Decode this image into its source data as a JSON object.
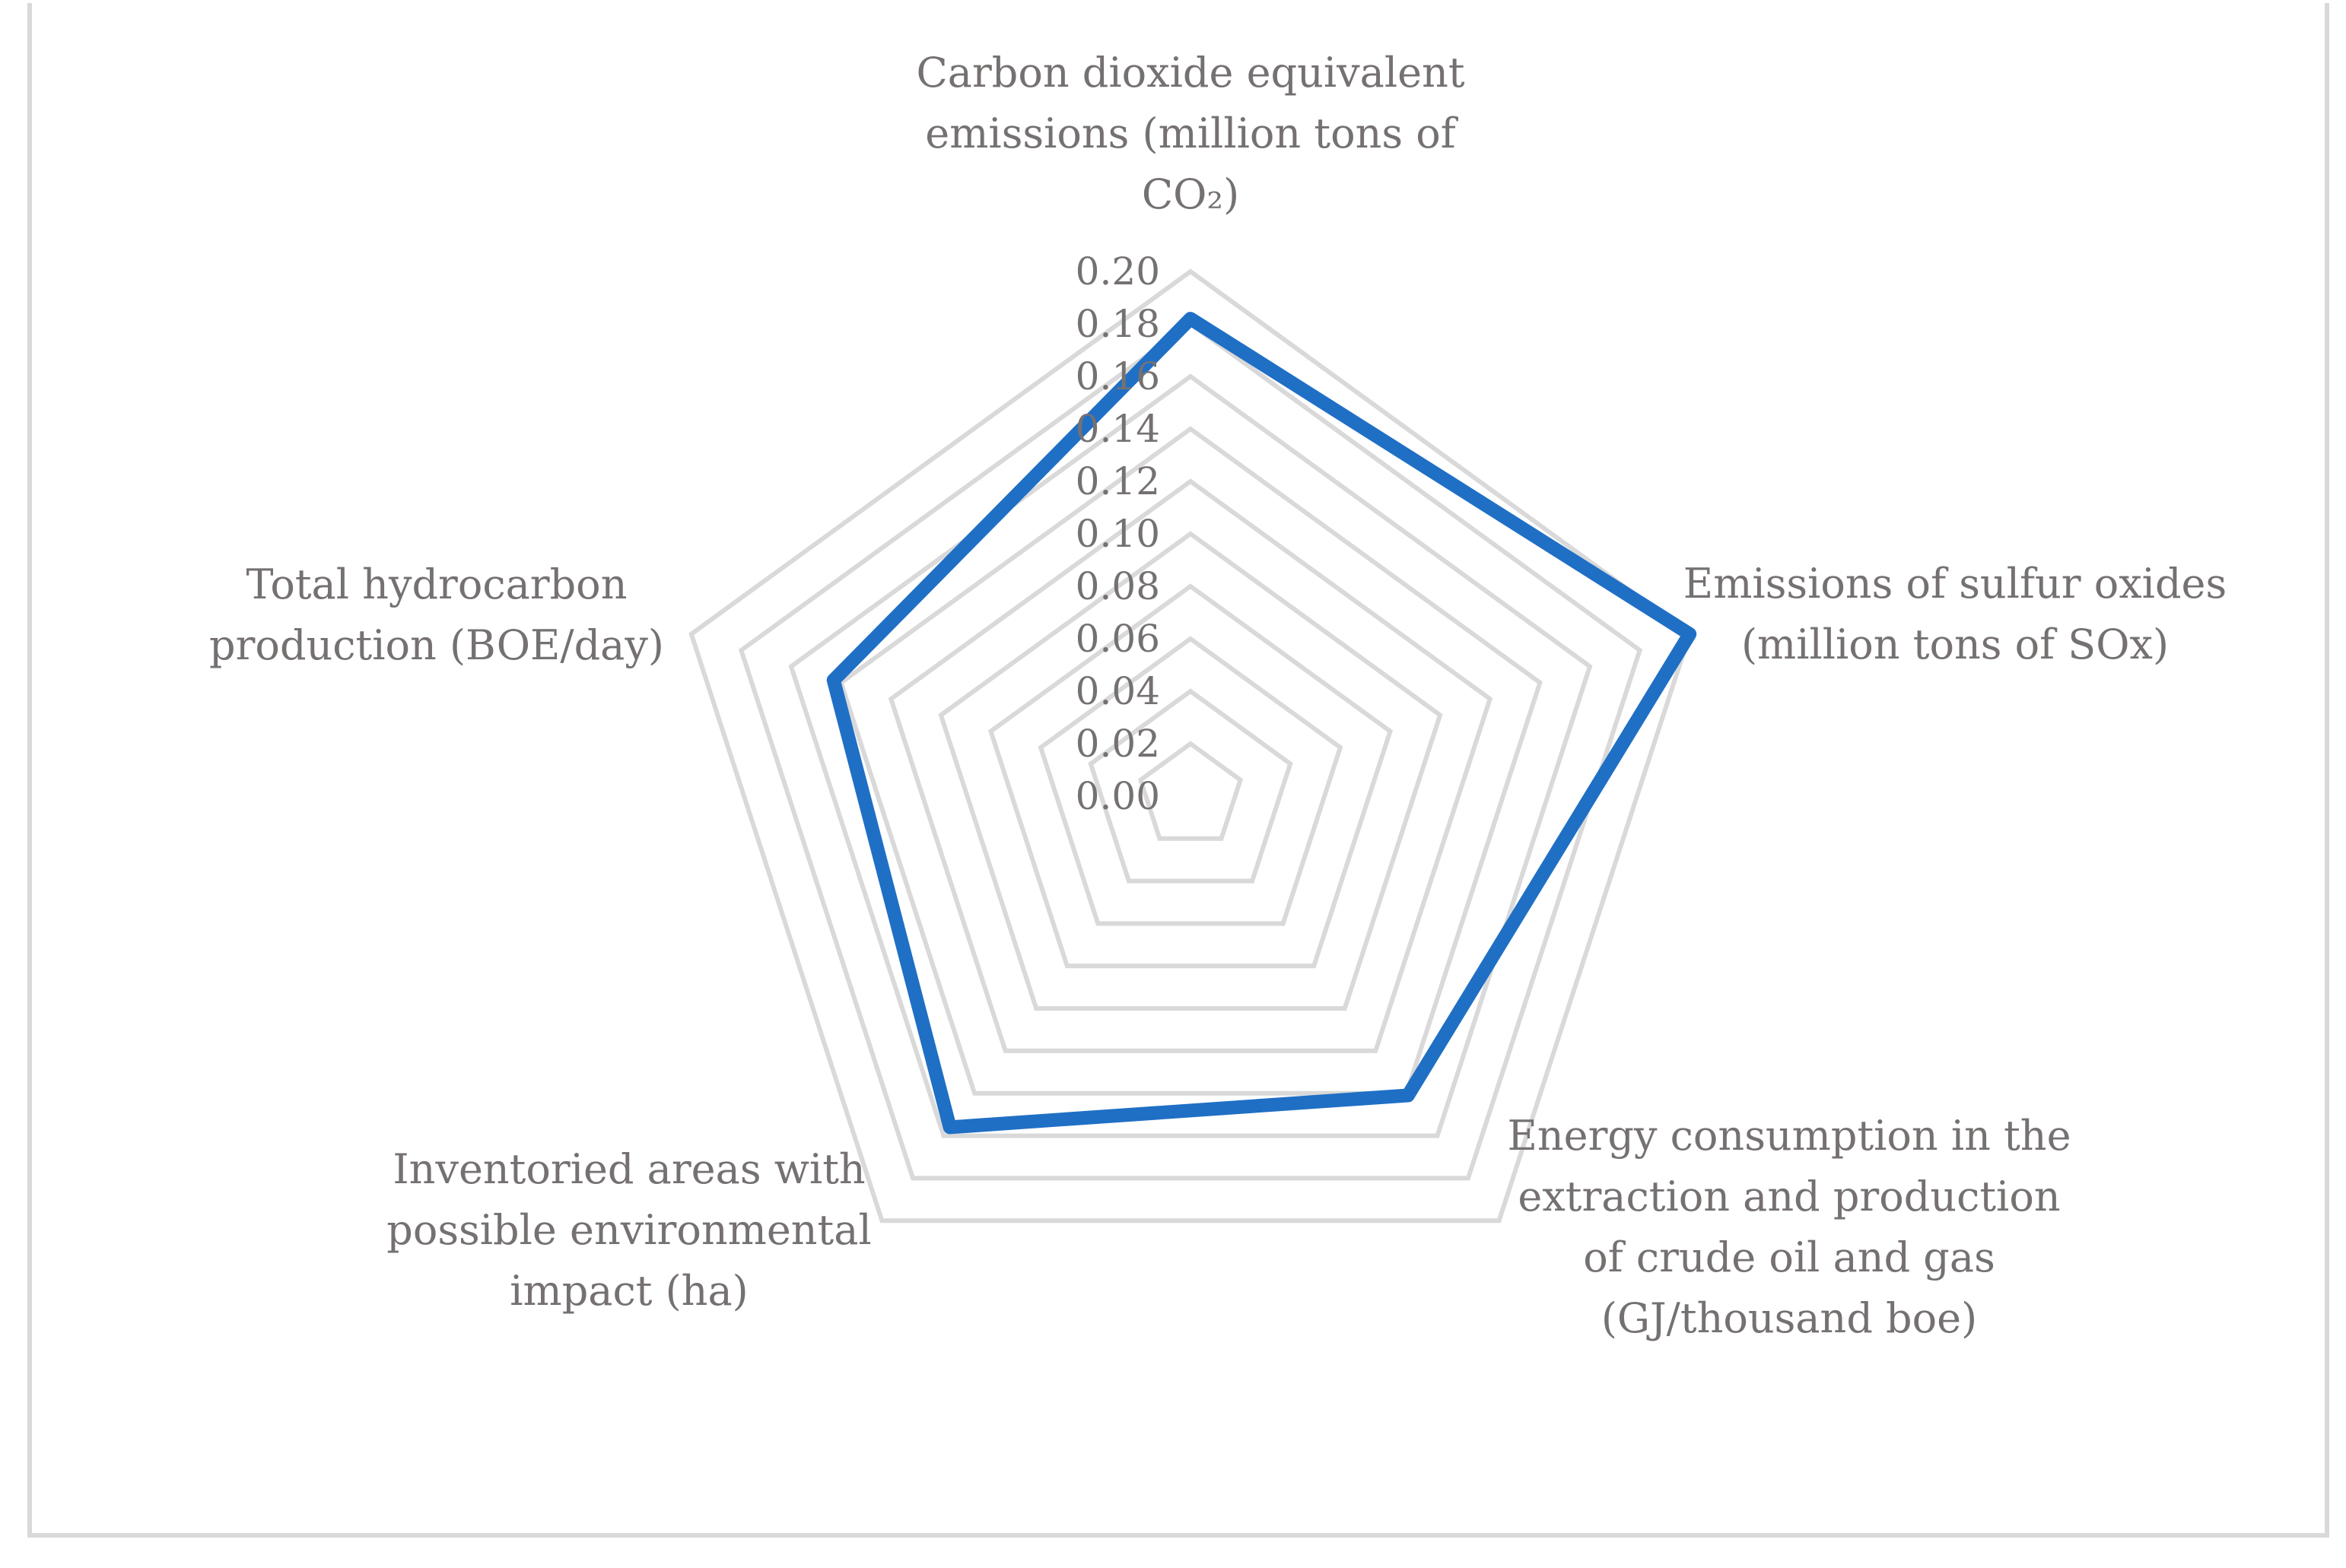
{
  "chart_data": {
    "type": "radar",
    "title": "",
    "axes": [
      {
        "label_lines": [
          "Carbon dioxide equivalent",
          "emissions (million tons of",
          "CO₂)"
        ]
      },
      {
        "label_lines": [
          "Emissions of sulfur oxides",
          "(million tons of SOx)"
        ]
      },
      {
        "label_lines": [
          "Energy consumption in the",
          "extraction and production",
          "of crude oil and gas",
          "(GJ/thousand boe)"
        ]
      },
      {
        "label_lines": [
          "Inventoried areas with",
          "possible environmental",
          "impact (ha)"
        ]
      },
      {
        "label_lines": [
          "Total hydrocarbon",
          "production (BOE/day)"
        ]
      }
    ],
    "radial_ticks": [
      "0.00",
      "0.02",
      "0.04",
      "0.06",
      "0.08",
      "0.10",
      "0.12",
      "0.14",
      "0.16",
      "0.18",
      "0.20"
    ],
    "rlim": [
      0,
      0.2
    ],
    "series": [
      {
        "values": [
          0.182,
          0.2,
          0.141,
          0.156,
          0.143
        ]
      }
    ],
    "series_color": "#1f6fc5",
    "grid_color": "#d9d9d9",
    "label_color": "#767171",
    "grid": true,
    "legend": "none"
  }
}
